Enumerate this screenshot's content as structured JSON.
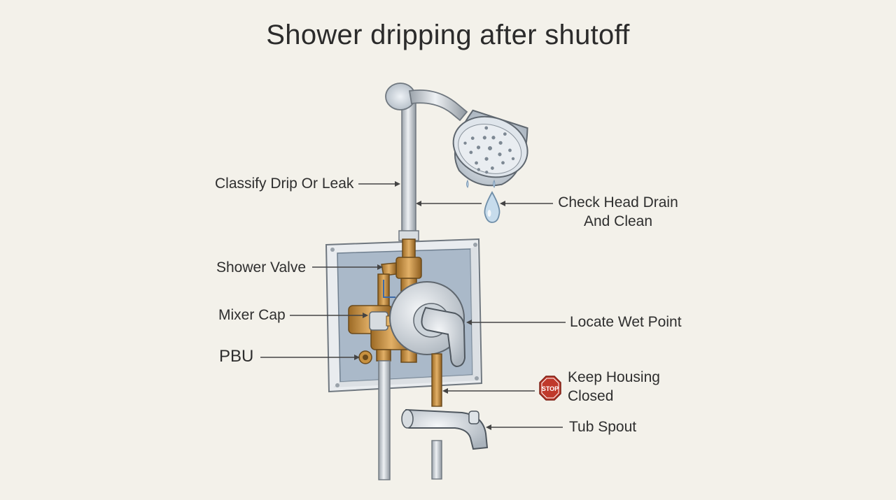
{
  "title": "Shower dripping after shutoff",
  "labels": {
    "classify": "Classify Drip Or Leak",
    "check_head": [
      "Check Head Drain",
      "And Clean"
    ],
    "shower_valve": "Shower Valve",
    "mixer_cap": "Mixer Cap",
    "locate": "Locate Wet Point",
    "pbu": "PBU",
    "keep_housing": [
      "Keep Housing",
      "Closed"
    ],
    "tub_spout": "Tub Spout",
    "stop_sign": "STOP"
  },
  "colors": {
    "background": "#f3f1ea",
    "pipe_silver": "#c9ced3",
    "brass": "#c8913f",
    "housing_blue": "#aab9c9",
    "stop_red": "#c0392b",
    "water": "#bcd3e6"
  }
}
